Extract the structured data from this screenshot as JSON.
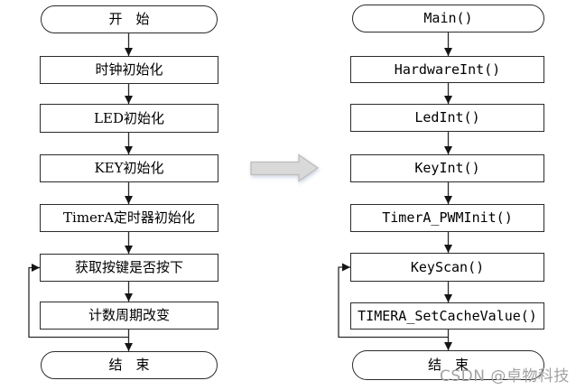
{
  "diagram": {
    "description": "Program flowchart mapped to function-call flowchart",
    "line_color": "#2b2b2b",
    "box_fill": "#ffffff",
    "left": {
      "nodes": [
        {
          "type": "terminator",
          "label": "开　始"
        },
        {
          "type": "process",
          "label": "时钟初始化"
        },
        {
          "type": "process",
          "label": "LED初始化"
        },
        {
          "type": "process",
          "label": "KEY初始化"
        },
        {
          "type": "process",
          "label": "TimerA定时器初始化"
        },
        {
          "type": "process",
          "label": "获取按键是否按下"
        },
        {
          "type": "process",
          "label": "计数周期改变"
        },
        {
          "type": "terminator",
          "label": "结　束"
        }
      ],
      "edges": [
        "开始→时钟初始化",
        "时钟初始化→LED初始化",
        "LED初始化→KEY初始化",
        "KEY初始化→TimerA定时器初始化",
        "TimerA定时器初始化→获取按键是否按下",
        "获取按键是否按下→计数周期改变",
        "计数周期改变→结束"
      ],
      "loop_back": {
        "from": "计数周期改变 之后",
        "to": "获取按键是否按下"
      }
    },
    "right": {
      "nodes": [
        {
          "type": "terminator",
          "label": "Main()"
        },
        {
          "type": "process",
          "label": "HardwareInt()"
        },
        {
          "type": "process",
          "label": "LedInt()"
        },
        {
          "type": "process",
          "label": "KeyInt()"
        },
        {
          "type": "process",
          "label": "TimerA_PWMInit()"
        },
        {
          "type": "process",
          "label": "KeyScan()"
        },
        {
          "type": "process",
          "label": "TIMERA_SetCacheValue()"
        },
        {
          "type": "terminator",
          "label": "结　束"
        }
      ],
      "edges": [
        "Main()→HardwareInt()",
        "HardwareInt()→LedInt()",
        "LedInt()→KeyInt()",
        "KeyInt()→TimerA_PWMInit()",
        "TimerA_PWMInit()→KeyScan()",
        "KeyScan()→TIMERA_SetCacheValue()",
        "TIMERA_SetCacheValue()→结束"
      ],
      "loop_back": {
        "from": "after TIMERA_SetCacheValue()",
        "to": "KeyScan()"
      }
    },
    "transform_arrow": {
      "meaning": "maps-to",
      "fill": "#d9d9d9",
      "stroke": "#bdbdbd"
    },
    "watermark": {
      "text": "CSDN @卓物科技",
      "color": "#a2a2a2"
    }
  }
}
